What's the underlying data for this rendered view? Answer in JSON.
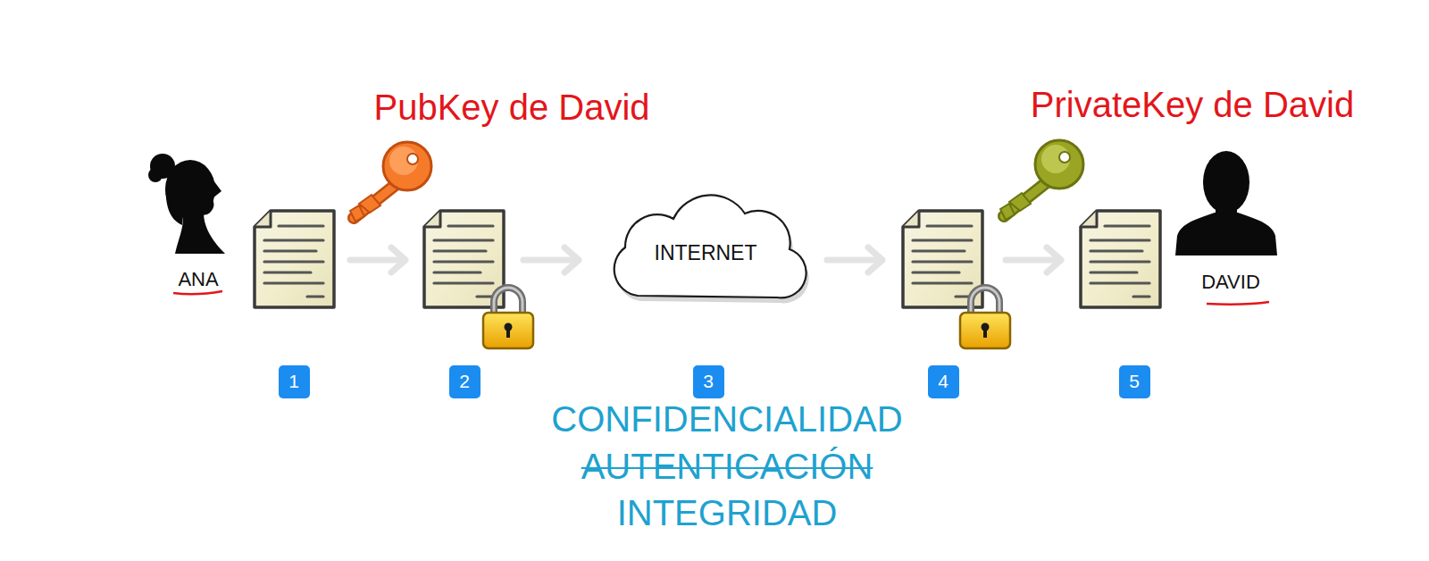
{
  "diagram": {
    "nodes": [
      {
        "text": [
          "INTERNET"
        ]
      },
      {
        "text": [
          "1"
        ]
      },
      {
        "text": [
          "2"
        ]
      },
      {
        "text": [
          "3"
        ]
      },
      {
        "text": [
          "4"
        ]
      },
      {
        "text": [
          "5"
        ]
      }
    ],
    "labels": [
      "PubKey de David",
      "PrivateKey de David",
      "ANA",
      "DAVID",
      "CONFIDENCIALIDAD",
      "AUTENTICACIÓN",
      "INTEGRIDAD"
    ]
  }
}
